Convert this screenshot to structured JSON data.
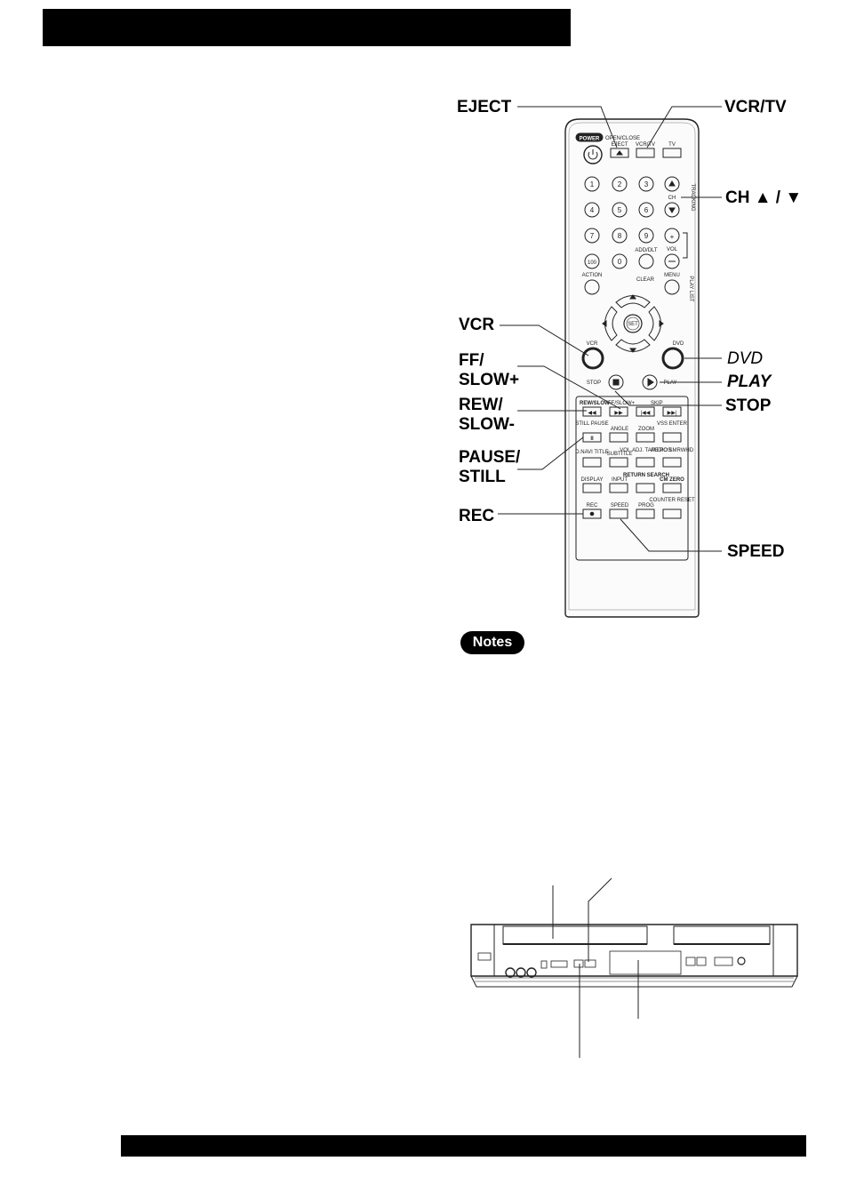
{
  "remote": {
    "power_label": "POWER",
    "open_close_label": "OPEN/CLOSE",
    "eject_key": "EJECT",
    "vcr_tv_key": "VCR/TV",
    "tv_key": "TV",
    "digits": [
      "1",
      "2",
      "3",
      "4",
      "5",
      "6",
      "7",
      "8",
      "9",
      "100",
      "0"
    ],
    "ch_label": "CH",
    "tracking_label": "TRACKING",
    "add_dlt_label": "ADD/DLT",
    "vol_label": "VOL",
    "action_label": "ACTION",
    "clear_label": "CLEAR",
    "menu_label": "MENU",
    "play_list_label": "PLAY LIST",
    "set_label": "SET",
    "vcr_key": "VCR",
    "dvd_key": "DVD",
    "stop_key": "STOP",
    "play_key": "PLAY",
    "rew_slow_label": "REW/SLOW-",
    "ff_slow_label": "FF/SLOW+",
    "skip_label": "SKIP",
    "function_rows": [
      [
        "STILL PAUSE",
        "ANGLE",
        "ZOOM",
        "VSS ENTER"
      ],
      [
        "D.NAVI TITLE",
        "SUBTITLE",
        "VOL.ADJ. TAPE POS.",
        "AUDIO SMRWHD"
      ],
      [
        "DISPLAY",
        "INPUT",
        "RETURN SEARCH",
        "CM ZERO"
      ],
      [
        "REC",
        "SPEED",
        "PROG",
        "COUNTER RESET"
      ]
    ]
  },
  "callouts": {
    "eject": "EJECT",
    "vcr_tv": "VCR/TV",
    "ch": "CH ▲ / ▼",
    "vcr": "VCR",
    "dvd": "DVD",
    "ff_slow": "FF/\nSLOW+",
    "play": "PLAY",
    "rew_slow": "REW/\nSLOW-",
    "stop": "STOP",
    "pause_still": "PAUSE/\nSTILL",
    "rec": "REC",
    "speed": "SPEED"
  },
  "notes_label": "Notes"
}
